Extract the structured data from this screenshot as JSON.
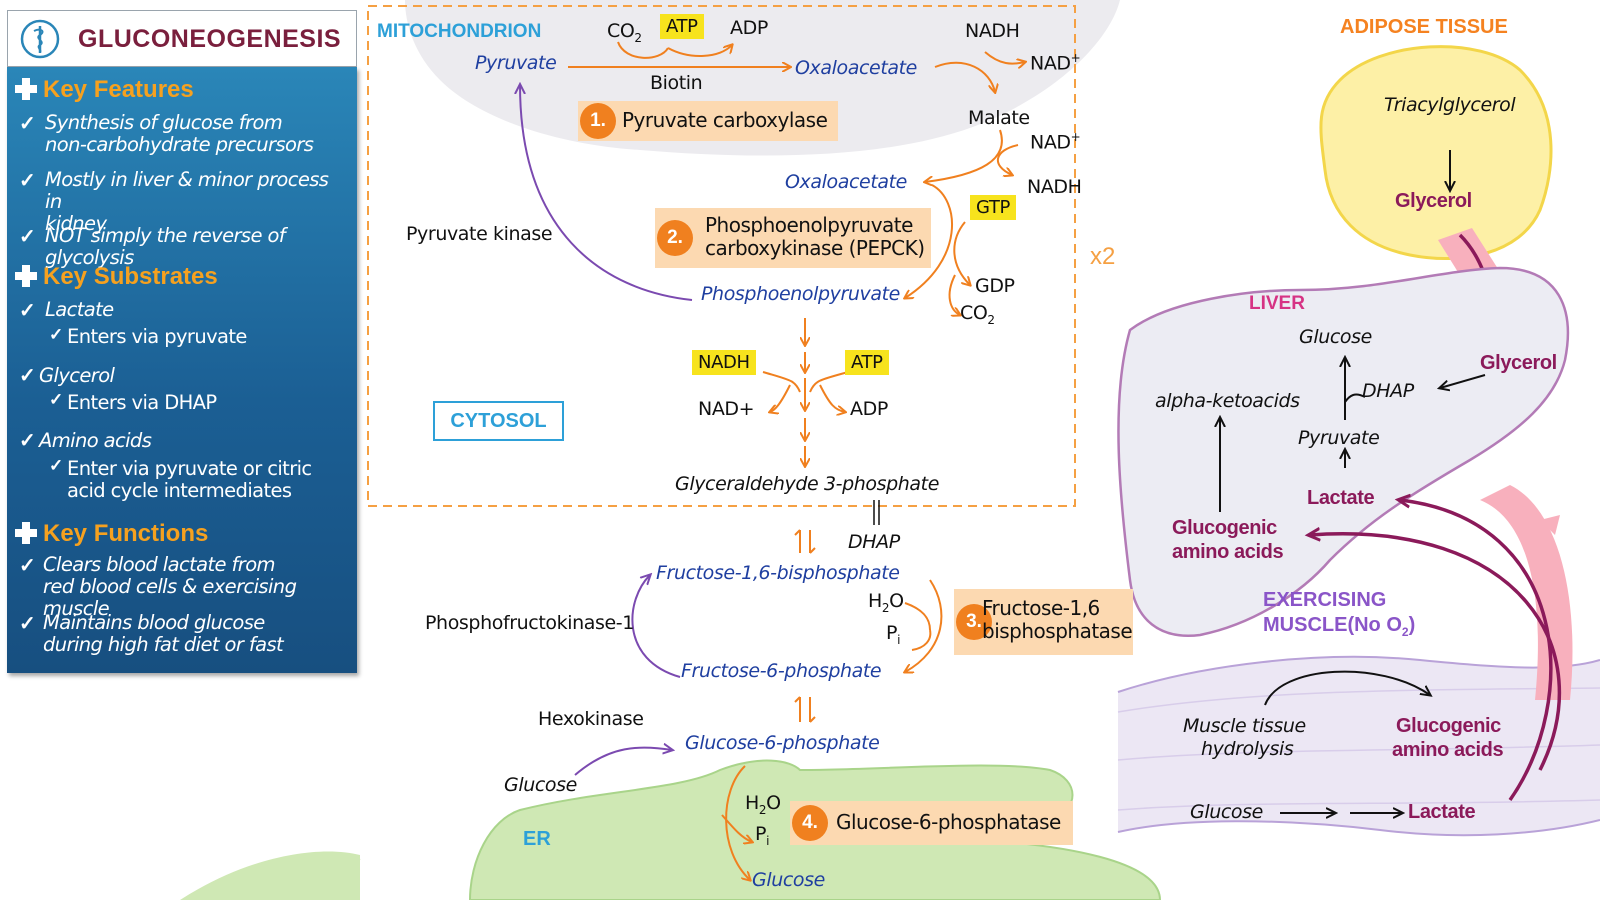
{
  "title": "GLUCONEOGENESIS",
  "left_panel": {
    "sections": [
      {
        "heading": "Key Features",
        "items": [
          {
            "text": "Synthesis of glucose from\nnon-carbohydrate precursors"
          },
          {
            "text": "Mostly in liver & minor process in\nkidney"
          },
          {
            "text": "NOT simply the reverse of glycolysis"
          }
        ]
      },
      {
        "heading": "Key Substrates",
        "items": [
          {
            "text": "Lactate",
            "sub": "Enters via pyruvate"
          },
          {
            "text": "Glycerol",
            "sub": "Enters via DHAP"
          },
          {
            "text": "Amino acids",
            "sub": "Enter via pyruvate or citric\nacid cycle intermediates"
          }
        ]
      },
      {
        "heading": "Key Functions",
        "items": [
          {
            "text": "Clears blood lactate from\nred blood cells & exercising muscle"
          },
          {
            "text": "Maintains blood glucose\nduring high fat diet or fast"
          }
        ]
      }
    ]
  },
  "compartments": {
    "mitochondrion": "MITOCHONDRION",
    "cytosol": "CYTOSOL",
    "er": "ER",
    "multiplier": "x2",
    "adipose": "ADIPOSE TISSUE",
    "liver": "LIVER",
    "muscle_line1": "EXERCISING",
    "muscle_line2": "MUSCLE(No O",
    "muscle_sub": "2",
    "muscle_end": ")"
  },
  "molecules": {
    "pyruvate": "Pyruvate",
    "co2": "CO",
    "co2_sub": "2",
    "atp": "ATP",
    "adp": "ADP",
    "biotin": "Biotin",
    "oxaloacetate_mito": "Oxaloacetate",
    "nadh_1": "NADH",
    "nad_1": "NAD",
    "nad_plus": "+",
    "malate": "Malate",
    "nad_2": "NAD",
    "nadh_2": "NADH",
    "oxaloacetate_cyto": "Oxaloacetate",
    "gtp": "GTP",
    "gdp": "GDP",
    "co2_b": "CO",
    "co2_b_sub": "2",
    "pyruvate_kinase": "Pyruvate kinase",
    "pep": "Phosphoenolpyruvate",
    "nadh_3": "NADH",
    "nad_3": "NAD+",
    "atp_2": "ATP",
    "adp_2": "ADP",
    "g3p": "Glyceraldehyde 3-phosphate",
    "dhap": "DHAP",
    "f16bp": "Fructose-1,6-bisphosphate",
    "h2o_1": "H",
    "h2o_1_sub": "2",
    "h2o_1_end": "O",
    "pi_1": "P",
    "pi_1_sub": "i",
    "pfk1": "Phosphofructokinase-1",
    "f6p": "Fructose-6-phosphate",
    "hexokinase": "Hexokinase",
    "g6p": "Glucose-6-phosphate",
    "glucose_in": "Glucose",
    "h2o_2": "H",
    "h2o_2_sub": "2",
    "h2o_2_end": "O",
    "pi_2": "P",
    "pi_2_sub": "i",
    "glucose_out": "Glucose"
  },
  "enzymes": [
    {
      "number": "1.",
      "name": "Pyruvate carboxylase"
    },
    {
      "number": "2.",
      "name": "Phosphoenolpyruvate\ncarboxykinase (PEPCK)"
    },
    {
      "number": "3.",
      "name": "Fructose-1,6\nbisphosphatase"
    },
    {
      "number": "4.",
      "name": "Glucose-6-phosphatase"
    }
  ],
  "right_side": {
    "triacylglycerol": "Triacylglycerol",
    "glycerol_adipose": "Glycerol",
    "glycerol_liver": "Glycerol",
    "glucose_liver": "Glucose",
    "alpha_ketoacids": "alpha-ketoacids",
    "dhap_liver": "DHAP",
    "pyruvate_liver": "Pyruvate",
    "lactate_liver": "Lactate",
    "glucogenic_liver_1": "Glucogenic",
    "glucogenic_liver_2": "amino acids",
    "muscle_hydrolysis_1": "Muscle tissue",
    "muscle_hydrolysis_2": "hydrolysis",
    "glucogenic_muscle_1": "Glucogenic",
    "glucogenic_muscle_2": "amino acids",
    "glucose_muscle": "Glucose",
    "lactate_muscle": "Lactate"
  },
  "colors": {
    "accent_orange": "#f0801f",
    "maroon": "#8b1a5a",
    "blue_text": "#1f3fa0",
    "mito_label": "#2da0d8",
    "purple": "#7b4ab0",
    "liver_pink": "#d63384",
    "adipose_orange": "#f58220",
    "muscle_purple": "#8a55c8"
  }
}
